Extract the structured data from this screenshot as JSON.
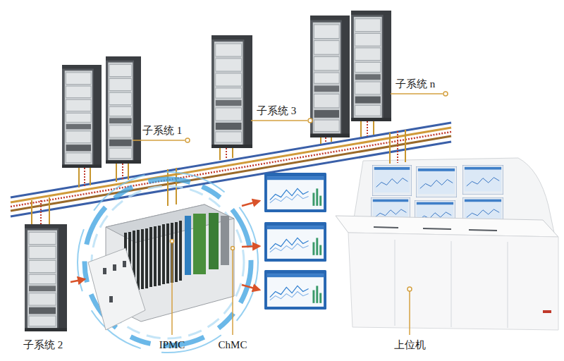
{
  "diagram": {
    "labels": [
      "子系统 1",
      "子系统 3",
      "子系统 n",
      "子系统 2",
      "IPMC",
      "ChMC",
      "上位机"
    ]
  }
}
